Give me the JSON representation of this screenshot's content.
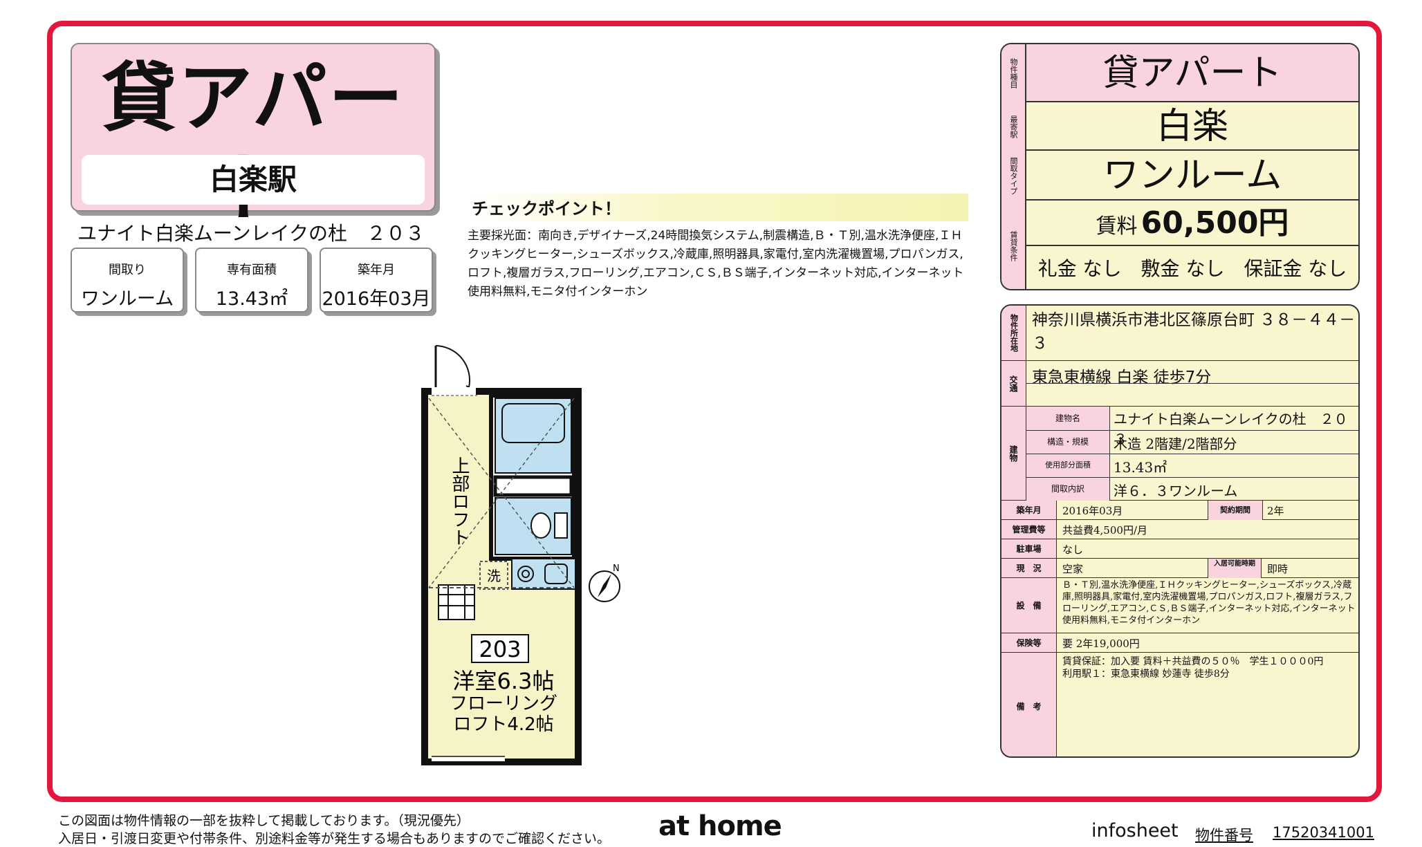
{
  "header": {
    "title": "貸アパート",
    "station": "白楽駅",
    "building_name": "ユナイト白楽ムーンレイクの杜　２０３"
  },
  "info": [
    {
      "label": "間取り",
      "value": "ワンルーム"
    },
    {
      "label": "専有面積",
      "value": "13.43㎡"
    },
    {
      "label": "築年月",
      "value": "2016年03月"
    }
  ],
  "checkpoint": {
    "title": "チェックポイント！",
    "text": "主要採光面：南向き,デザイナーズ,24時間換気システム,制震構造,Ｂ・Ｔ別,温水洗浄便座,ＩＨクッキングヒーター,シューズボックス,冷蔵庫,照明器具,家電付,室内洗濯機置場,プロパンガス,ロフト,複層ガラス,フローリング,エアコン,ＣＳ,ＢＳ端子,インターネット対応,インターネット使用料無料,モニタ付インターホン"
  },
  "floorplan": {
    "loft_label": "上部ロフト",
    "washer": "洗",
    "room_no": "203",
    "room": "洋室6.3帖",
    "floor": "フローリング",
    "loft": "ロフト4.2帖",
    "compass": "N"
  },
  "summary": {
    "type_label": "物件種目",
    "type": "貸アパート",
    "station_label": "最寄駅",
    "station": "白楽",
    "layout_label": "間取タイプ",
    "layout": "ワンルーム",
    "terms_label": "賃貸条件",
    "rent_label": "賃料",
    "rent": "60,500円",
    "fees": "礼金 なし　敷金 なし　保証金 なし"
  },
  "details": {
    "address_label": "物件所在地",
    "address": "神奈川県横浜市港北区篠原台町 ３８－４４－３",
    "access_label": "交通",
    "access": "東急東横線 白楽 徒歩7分",
    "building_label": "建物",
    "name_label": "建物名",
    "name": "ユナイト白楽ムーンレイクの杜　２０３",
    "structure_label": "構造・規模",
    "structure": "木造 2階建/2階部分",
    "area_label": "使用部分面積",
    "area": "13.43㎡",
    "rooms_label": "間取内訳",
    "rooms": "洋６．３ワンルーム",
    "built_label": "築年月",
    "built": "2016年03月",
    "term_label": "契約期間",
    "term": "2年",
    "mgmt_label": "管理費等",
    "mgmt": "共益費4,500円/月",
    "parking_label": "駐車場",
    "parking": "なし",
    "status_label": "現　況",
    "status": "空家",
    "movein_label": "入居可能時期",
    "movein": "即時",
    "equip_label": "設　備",
    "equip": "Ｂ・Ｔ別,温水洗浄便座,ＩＨクッキングヒーター,シューズボックス,冷蔵庫,照明器具,家電付,室内洗濯機置場,プロパンガス,ロフト,複層ガラス,フローリング,エアコン,ＣＳ,ＢＳ端子,インターネット対応,インターネット使用料無料,モニタ付インターホン",
    "insurance_label": "保険等",
    "insurance": "要 2年19,000円",
    "remarks_label": "備　考",
    "remarks1": "賃貸保証：加入要 賃料＋共益費の５０％　学生１０００0円",
    "remarks2": "利用駅１：東急東横線 妙蓮寺 徒歩8分"
  },
  "footer": {
    "note1": "この図面は物件情報の一部を抜粋して掲載しております。（現況優先）",
    "note2": "入居日・引渡日変更や付帯条件、別途料金等が発生する場合もありますのでご確認ください。",
    "brand": "at home",
    "infosheet": "infosheet",
    "number_label": "物件番号",
    "number": "17520341001"
  }
}
